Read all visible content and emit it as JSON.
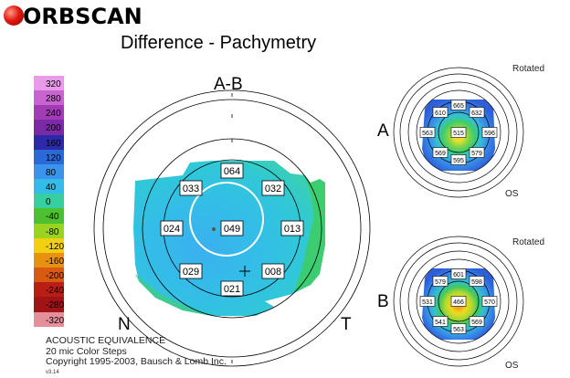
{
  "logo": {
    "text": "ORBSCAN"
  },
  "title": "Difference - Pachymetry",
  "main_map": {
    "label": "A-B",
    "nasal": "N",
    "temporal": "T",
    "values": {
      "top": "064",
      "ul": "033",
      "ur": "032",
      "left": "024",
      "center": "049",
      "right": "013",
      "ll": "029",
      "lr": "008",
      "bottom": "021"
    }
  },
  "map_a": {
    "label": "A",
    "rotated": "Rotated",
    "eye": "OS",
    "values": {
      "top": "665",
      "ul": "610",
      "ur": "632",
      "left": "563",
      "center": "515",
      "right": "596",
      "ll": "569",
      "lr": "579",
      "bottom": "595"
    }
  },
  "map_b": {
    "label": "B",
    "rotated": "Rotated",
    "eye": "OS",
    "values": {
      "top": "601",
      "ul": "579",
      "ur": "598",
      "left": "531",
      "center": "466",
      "right": "570",
      "ll": "541",
      "lr": "569",
      "bottom": "563"
    }
  },
  "legend": {
    "labels": [
      "320",
      "280",
      "240",
      "200",
      "160",
      "120",
      "80",
      "40",
      "0",
      "-40",
      "-80",
      "-120",
      "-160",
      "-200",
      "-240",
      "-280",
      "-320"
    ],
    "colors": [
      "#e99be9",
      "#c864d0",
      "#a03cb4",
      "#7a2aa6",
      "#2c2aa8",
      "#2a6ad8",
      "#3a94ee",
      "#33bce8",
      "#36cfa0",
      "#4cc030",
      "#9bd420",
      "#f0d010",
      "#e89010",
      "#d85a10",
      "#b81e14",
      "#a01418",
      "#e4909a"
    ]
  },
  "footer": {
    "line1": "ACOUSTIC EQUIVALENCE",
    "line2": "20 mic Color Steps",
    "line3": "Copyright 1995-2003, Bausch & Lomb Inc.",
    "version": "v3.14"
  }
}
